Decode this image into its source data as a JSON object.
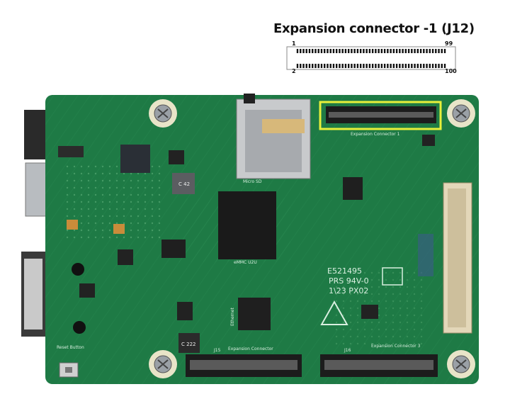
{
  "title": "Expansion connector -1 (J12)",
  "connector": {
    "pin_top_left": "1",
    "pin_top_right": "99",
    "pin_bottom_left": "2",
    "pin_bottom_right": "100"
  },
  "board_labels": {
    "micro_sd": "Micro SD",
    "j12_silk": "Expansion Connector 1",
    "j15": "J15",
    "j16": "J16",
    "exp_conn_bottom_left": "Expansion Connector",
    "exp_conn_bottom_right": "Expansion Connector 3",
    "reset": "Reset Button",
    "emmc": "eMMC U2U",
    "ethernet": "Ethernet",
    "cert1": "E521495",
    "cert2": "PRS 94V-0",
    "cert3": "1\\23 PX02",
    "c42": "C 42",
    "c222": "C 222"
  },
  "highlight_color": "#e8f03a",
  "pcb_color": "#1e7a45"
}
